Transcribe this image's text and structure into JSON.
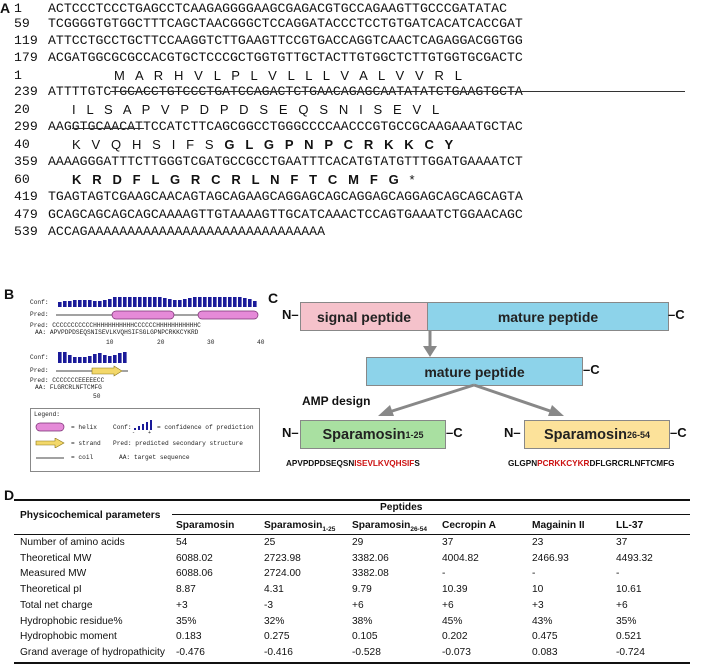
{
  "panel_labels": {
    "a": "A",
    "b": "B",
    "c": "C",
    "d": "D"
  },
  "sequence": {
    "lines": [
      {
        "num": "1",
        "text": "ACTCCCTCCCTGAGCCTCAAGAGGGGAAGCGAGACGTGCCAGAAGTTGCCCGATATAC"
      },
      {
        "num": "59",
        "text": "TCGGGGTGTGGCTTTCAGCTAACGGGCTCCAGGATACCCTCCTGTGATCACATCACCGAT"
      },
      {
        "num": "119",
        "text": "ATTCCTGCCTGCTTCCAAGGTCTTGAAGTTCCGTGACCAGGTCAACTCAGAGGACGGTGG"
      },
      {
        "num": "179",
        "text": "ACGATGGCGCGCCACGTGCTCCCGCTGGTGTTGCTACTTGTGGCTCTTGTGGTGCGACTC"
      },
      {
        "num": "1",
        "text": "M   A   R   H   V   L   P   L   V   L   L   L   V   A   L   V   V   R   L",
        "aa": true
      },
      {
        "num": "239",
        "text": "ATTTTGTCTGCACCTGTCCCTGATCCAGACTCTGAACAGAGCAATATATCTGAAGTGCTA"
      },
      {
        "num": "20",
        "text": "I   L   S   A   P   V   P   D   P   D   S   E   Q   S   N   I   S   E   V   L",
        "aa": true
      },
      {
        "num": "299",
        "text": "AAGGTGCAACATTCCATCTTCAGCGGCCTGGGCCCCAACCCGTGCCGCAAGAAATGCTAC"
      },
      {
        "num": "40",
        "text": "K   V   Q   H   S   I   F   S",
        "bold": "G   L   G   P   N   P   C   R   K   K   C   Y",
        "aa": true
      },
      {
        "num": "359",
        "text": "AAAAGGGATTTCTTGGGTCGATGCCGCCTGAATTTCACATGTATGTTTGGATGAAAATCT"
      },
      {
        "num": "60",
        "text": "",
        "bold": "K   R   D   F   L   G   R   C   R   L   N   F   T   C   M   F   G",
        "tail": "   *",
        "aa": true
      },
      {
        "num": "419",
        "text": "TGAGTAGTCGAAGCAACAGTAGCAGAAGCAGGAGCAGCAGGAGCAGGAGCAGCAGCAGTA"
      },
      {
        "num": "479",
        "text": "GCAGCAGCAGCAGCAAAAGTTGTAAAAGTTGCATCAAACTCCAGTGAAATCTGGAACAGC"
      },
      {
        "num": "539",
        "text": "ACCAGAAAAAAAAAAAAAAAAAAAAAAAAAAAAAA"
      }
    ]
  },
  "psipred": {
    "row1": {
      "conf_label": "Conf:",
      "pred_label": "Pred:",
      "pred_seq_label": "Pred:",
      "aa_label": "AA:",
      "pred_seq": "CCCCCCCCCCCHHHHHHHHHHHCCCCCCHHHHHHHHHHHC",
      "aa_seq": "APVPDPDSEQSNISEVLKVQHSIFSGLGPNPCRKKCYKRD",
      "ticks": [
        "10",
        "20",
        "30",
        "40"
      ]
    },
    "row2": {
      "conf_label": "Conf:",
      "pred_label": "Pred:",
      "pred_seq_label": "Pred:",
      "aa_label": "AA:",
      "pred_seq": "CCCCCCCEEEEECC",
      "aa_seq": "FLGRCRLNFTCMFG",
      "ticks": [
        "50"
      ]
    },
    "legend": {
      "title": "Legend:",
      "helix": "= helix",
      "strand": "= strand",
      "coil": "= coil",
      "conf": "Conf:",
      "conf_desc": "= confidence of prediction",
      "pred_desc": "Pred: predicted secondary structure",
      "aa_desc": "AA: target sequence",
      "minus": "-",
      "plus": "+"
    }
  },
  "design": {
    "n_term": "N",
    "c_term": "C",
    "dash": "–",
    "signal_peptide": "signal peptide",
    "mature_peptide": "mature peptide",
    "mature_peptide2": "mature peptide",
    "amp_design": "AMP design",
    "sparamosin_a_name": "Sparamosin",
    "sparamosin_a_sub": "1-25",
    "sparamosin_b_name": "Sparamosin",
    "sparamosin_b_sub": "26-54",
    "seq_a_pre": "APVPDPDSEQSN",
    "seq_a_red": "ISEVLKVQHSIF",
    "seq_a_post": "S",
    "seq_b_pre": "GLGPN",
    "seq_b_red": "PCRKKCYKR",
    "seq_b_post": "DFLGRCRLNFTCMFG",
    "colors": {
      "signal": "#f5c2cb",
      "mature": "#8dd3ea",
      "sp_a": "#a9e0a1",
      "sp_b": "#fce29a",
      "red": "#cc1111"
    }
  },
  "table": {
    "header_group": "Peptides",
    "row_header": "Physicochemical parameters",
    "columns": [
      {
        "name": "Sparamosin",
        "sub": ""
      },
      {
        "name": "Sparamosin",
        "sub": "1-25"
      },
      {
        "name": "Sparamosin",
        "sub": "26-54"
      },
      {
        "name": "Cecropin A",
        "sub": ""
      },
      {
        "name": "Magainin II",
        "sub": ""
      },
      {
        "name": "LL-37",
        "sub": ""
      }
    ],
    "rows": [
      {
        "label": "Number of amino acids",
        "values": [
          "54",
          "25",
          "29",
          "37",
          "23",
          "37"
        ]
      },
      {
        "label": "Theoretical MW",
        "values": [
          "6088.02",
          "2723.98",
          "3382.06",
          "4004.82",
          "2466.93",
          "4493.32"
        ]
      },
      {
        "label": "Measured MW",
        "values": [
          "6088.06",
          "2724.00",
          "3382.08",
          "-",
          "-",
          "-"
        ]
      },
      {
        "label": "Theoretical pI",
        "values": [
          "8.87",
          "4.31",
          "9.79",
          "10.39",
          "10",
          "10.61"
        ]
      },
      {
        "label": "Total net charge",
        "values": [
          "+3",
          "-3",
          "+6",
          "+6",
          "+3",
          "+6"
        ]
      },
      {
        "label": "Hydrophobic residue%",
        "values": [
          "35%",
          "32%",
          "38%",
          "45%",
          "43%",
          "35%"
        ]
      },
      {
        "label": "Hydrophobic moment",
        "values": [
          "0.183",
          "0.275",
          "0.105",
          "0.202",
          "0.475",
          "0.521"
        ]
      },
      {
        "label": "Grand average of hydropathicity",
        "values": [
          "-0.476",
          "-0.416",
          "-0.528",
          "-0.073",
          "0.083",
          "-0.724"
        ]
      }
    ]
  }
}
